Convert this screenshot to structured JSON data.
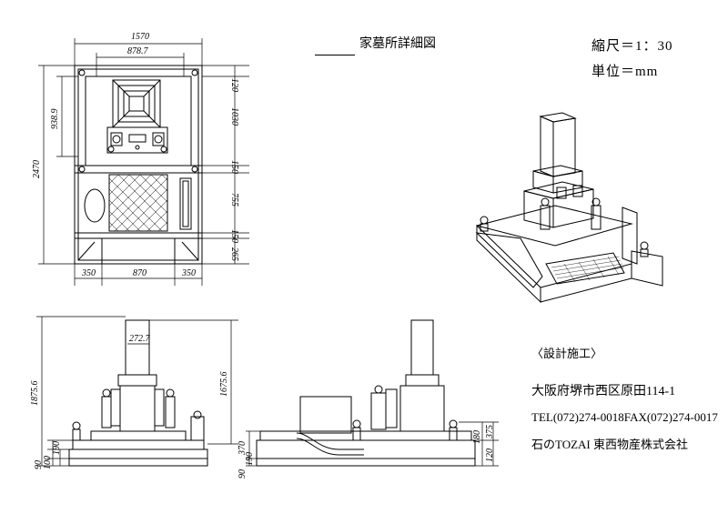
{
  "title": "家墓所詳細図",
  "scale": "縮尺＝1：30",
  "unit": "単位＝mm",
  "credit": {
    "label": "〈設計施工〉",
    "address": "大阪府堺市西区原田114-1",
    "phone": "TEL(072)274-0018FAX(072)274-0017",
    "company": "石のTOZAI 東西物産株式会社"
  },
  "plan_dims": {
    "total_width": "1570",
    "inner_width": "878.7",
    "total_depth": "2470",
    "upper_depth": "938.9",
    "seg_top": "120",
    "seg_upper": "1030",
    "seg_mid": "150",
    "seg_lower": "755",
    "seg_step": "150",
    "seg_front": "265",
    "left_width": "350",
    "center_width": "870",
    "right_width": "350"
  },
  "front_dims": {
    "tower_width": "272.7",
    "total_height": "1875.6",
    "tower_height": "1675.6",
    "base_a": "90",
    "base_b": "100",
    "base_c": "190"
  },
  "side_dims": {
    "h_a": "370",
    "h_b": "90",
    "h_c": "190",
    "h_d": "180",
    "h_e": "375",
    "h_f": "120"
  }
}
